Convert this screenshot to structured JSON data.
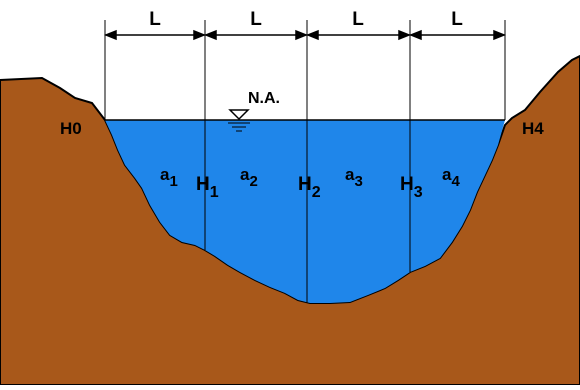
{
  "colors": {
    "ground": "#a8581a",
    "water": "#1f86ea",
    "line": "#000000",
    "background": "#ffffff",
    "label": "#000000"
  },
  "dimensions": {
    "segment_labels": [
      "L",
      "L",
      "L",
      "L"
    ]
  },
  "water_level": {
    "label": "N.A."
  },
  "depth_labels": {
    "h0": "H0",
    "h1": {
      "letter": "H",
      "index": "1"
    },
    "h2": {
      "letter": "H",
      "index": "2"
    },
    "h3": {
      "letter": "H",
      "index": "3"
    },
    "h4": "H4"
  },
  "area_labels": [
    {
      "letter": "a",
      "index": "1"
    },
    {
      "letter": "a",
      "index": "2"
    },
    {
      "letter": "a",
      "index": "3"
    },
    {
      "letter": "a",
      "index": "4"
    }
  ]
}
